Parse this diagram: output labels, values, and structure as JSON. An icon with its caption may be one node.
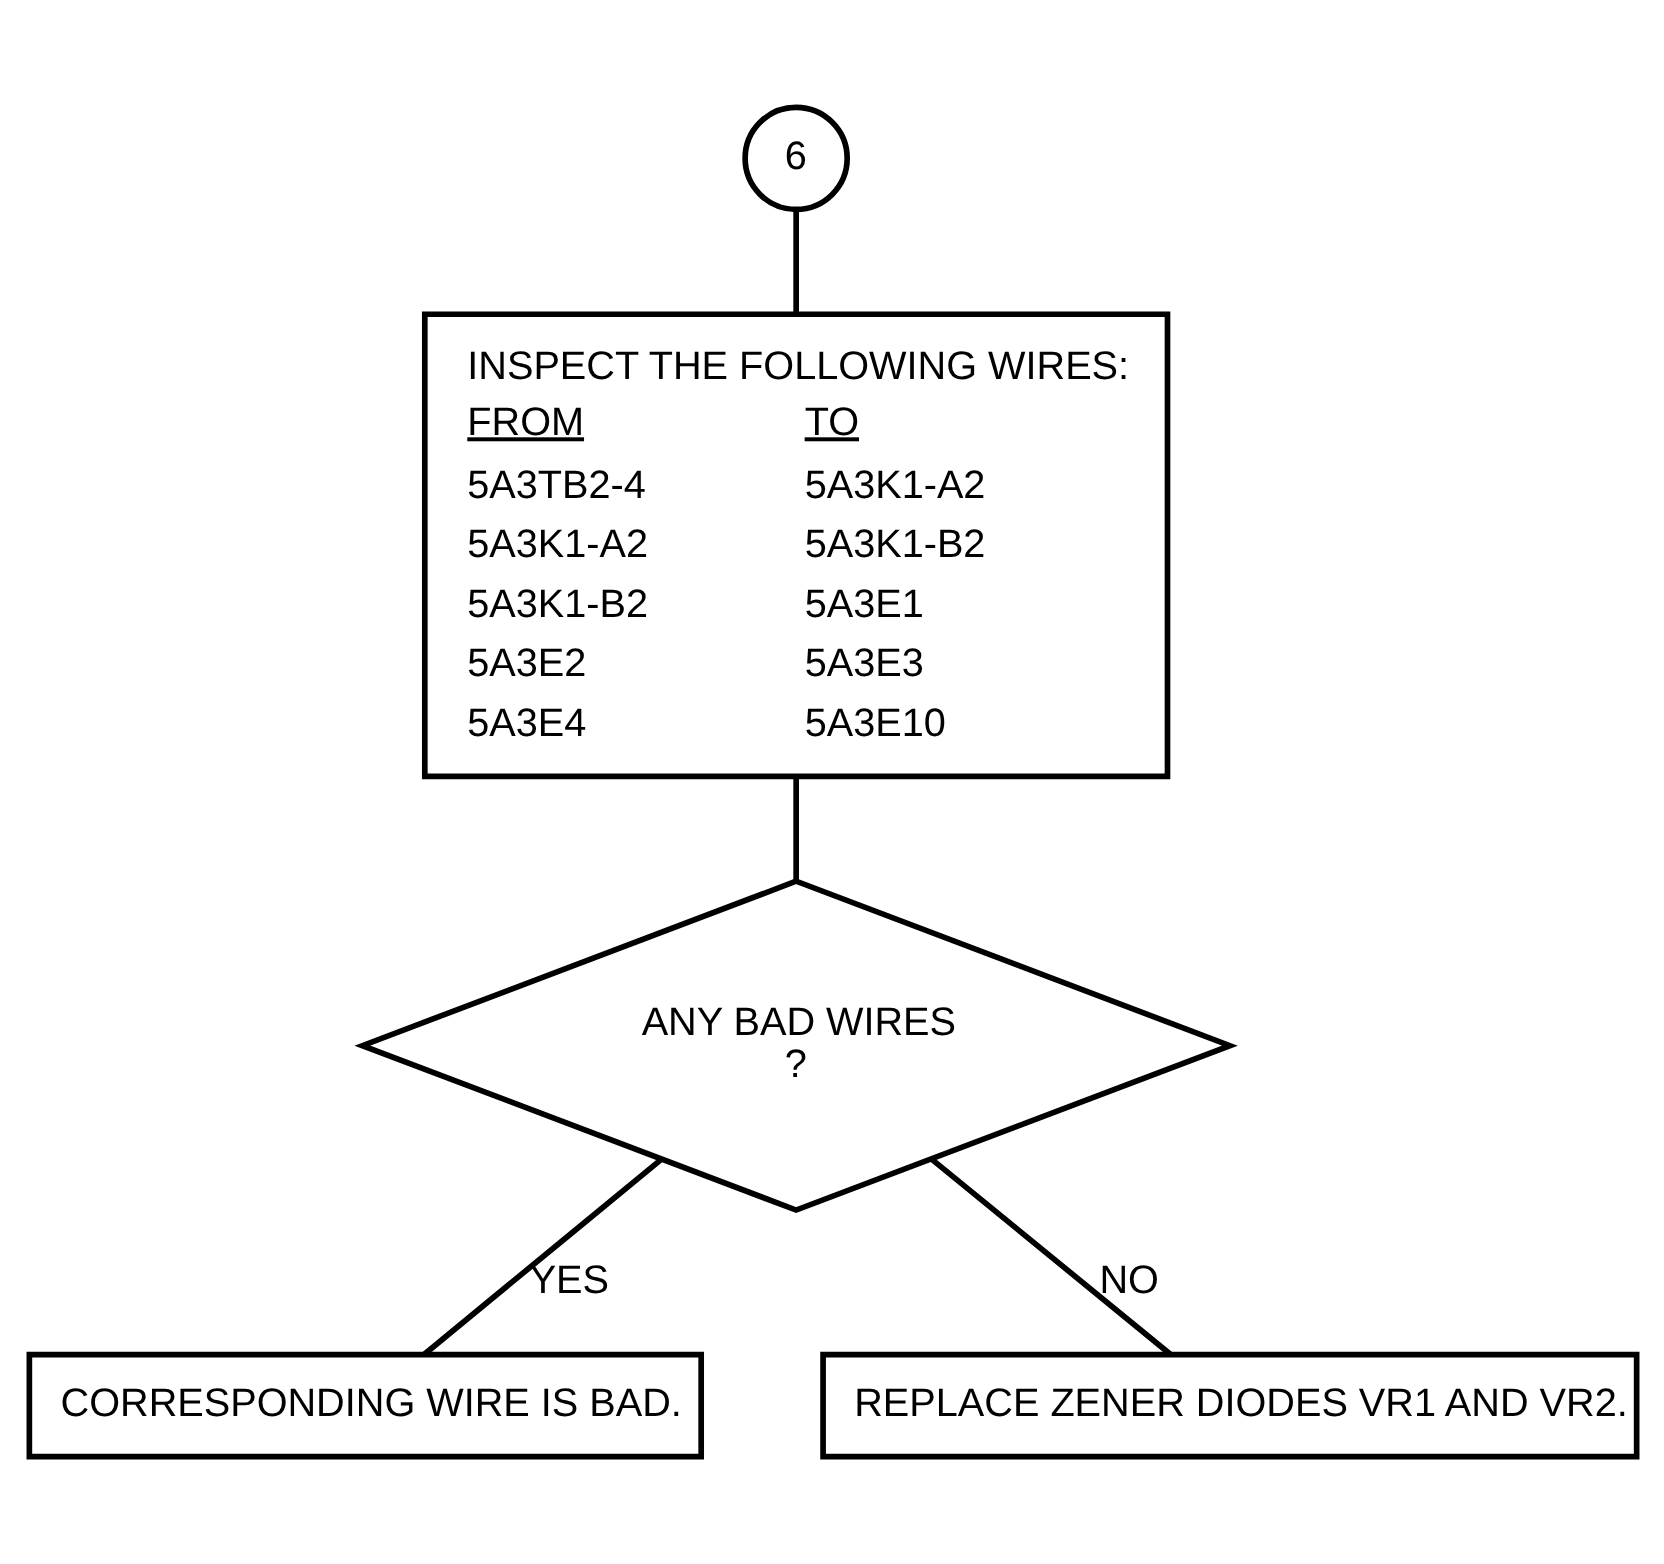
{
  "diagram": {
    "nodes": [
      {
        "text": [
          "6"
        ]
      },
      {
        "text": [
          "INSPECT THE FOLLOWING WIRES:",
          "FROM",
          "TO",
          "5A3TB2-4",
          "5A3K1-A2",
          "5A3K1-A2",
          "5A3K1-B2",
          "5A3K1-B2",
          "5A3E1",
          "5A3E2",
          "5A3E3",
          "5A3E4",
          "5A3E10"
        ]
      },
      {
        "text": [
          "ANY BAD WIRES",
          "?"
        ]
      },
      {
        "text": [
          "CORRESPONDING WIRE IS BAD."
        ]
      },
      {
        "text": [
          "REPLACE ZENER DIODES VR1 AND VR2."
        ]
      }
    ],
    "edges": [
      {
        "from": 0,
        "to": 1,
        "arrow": "none"
      },
      {
        "from": 1,
        "to": 2,
        "arrow": "none"
      },
      {
        "from": 2,
        "to": 3,
        "arrow": "none",
        "label": "YES"
      },
      {
        "from": 2,
        "to": 4,
        "arrow": "none",
        "label": "NO"
      }
    ]
  }
}
